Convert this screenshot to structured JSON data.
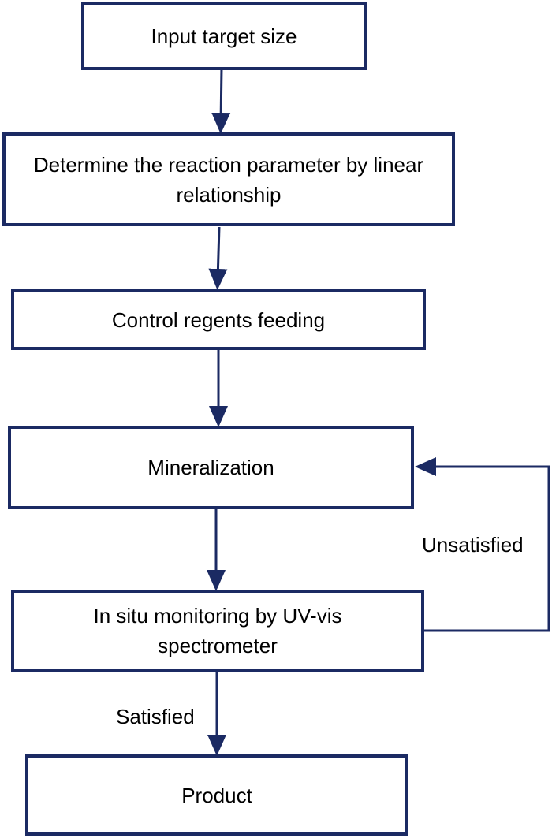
{
  "colors": {
    "box_border": "#1b2a63",
    "arrow": "#1b2a63",
    "text": "#000000",
    "background": "#ffffff"
  },
  "nodes": {
    "input_target_size": "Input target size",
    "determine_parameter": "Determine the reaction parameter by linear relationship",
    "control_feeding": "Control regents feeding",
    "mineralization": "Mineralization",
    "monitoring": "In situ monitoring by UV-vis spectrometer",
    "product": "Product"
  },
  "edges": {
    "unsatisfied": "Unsatisfied",
    "satisfied": "Satisfied"
  }
}
